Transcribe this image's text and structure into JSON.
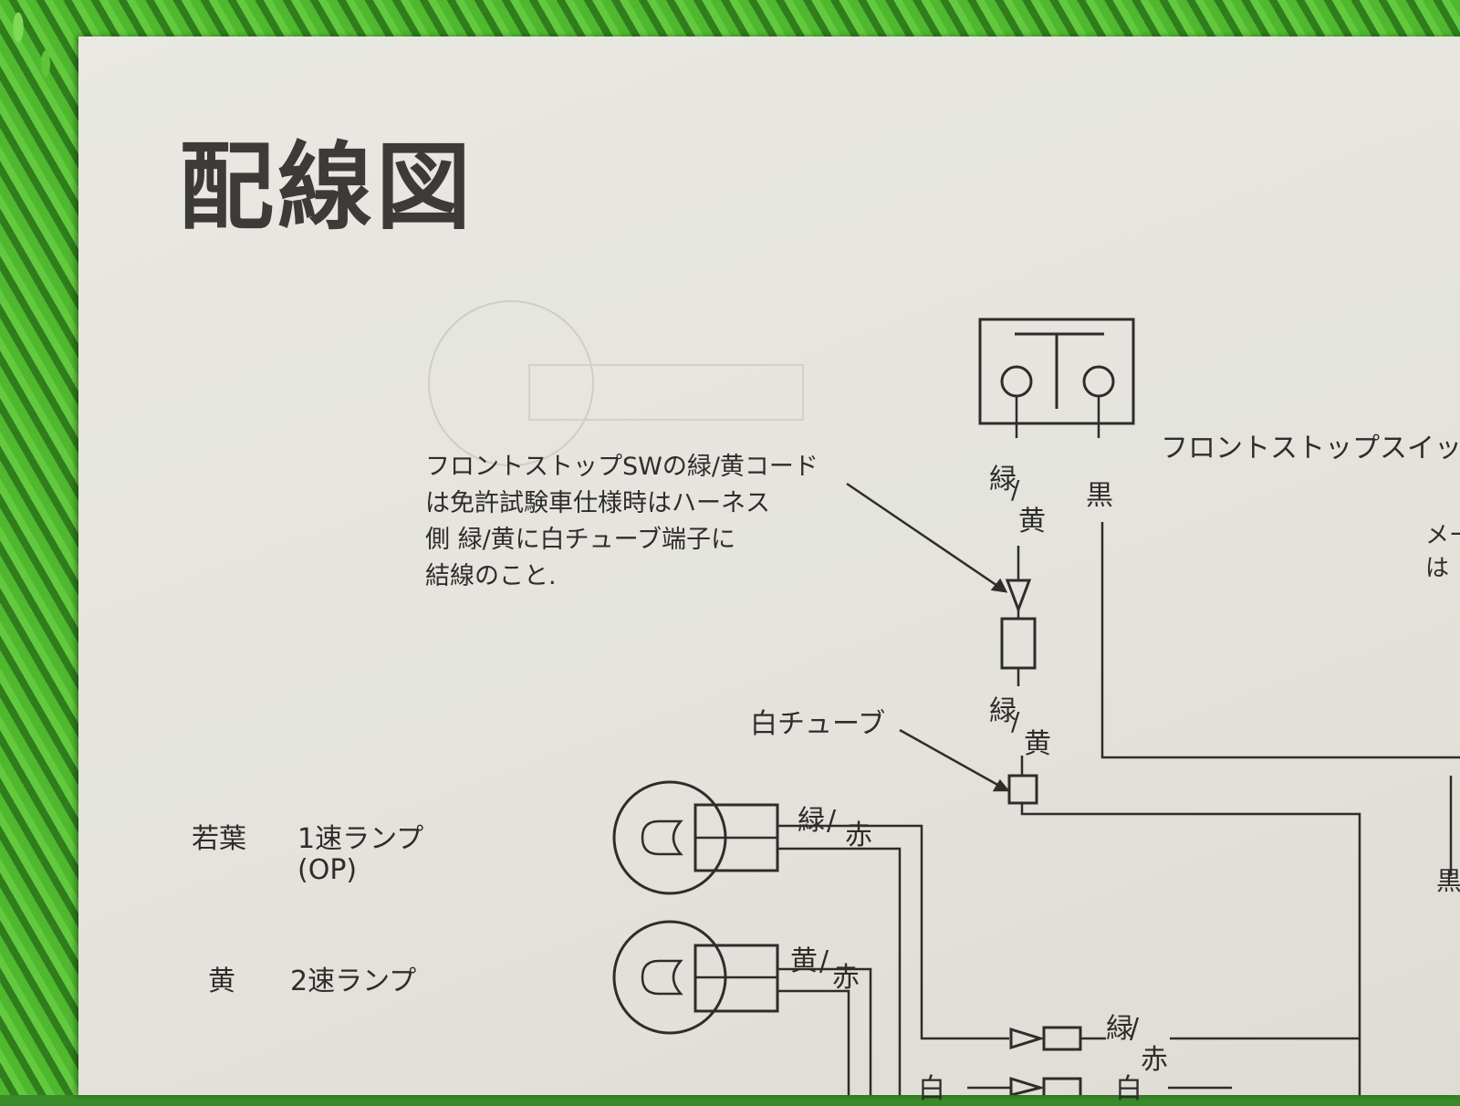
{
  "title": "配線図",
  "note_lines": [
    "フロントストップSWの緑/黄コード",
    "は免許試験車仕様時はハーネス",
    "側 緑/黄に白チューブ端子に",
    "結線のこと."
  ],
  "front_stop_switch": "フロントストップスイッ",
  "white_tube": "白チューブ",
  "wire_green_yellow": "緑",
  "wire_green_yellow_2": "黄",
  "wire_black": "黒",
  "lamp1": {
    "color": "若葉",
    "name": "1速ランプ",
    "option": "(OP)"
  },
  "lamp2": {
    "color": "黄",
    "name": "2速ランプ"
  },
  "wire_green_red_a": "緑",
  "wire_green_red_b": "赤",
  "wire_yellow_red_a": "黄",
  "wire_yellow_red_b": "赤",
  "edge_text_1": "メー",
  "edge_text_2": "は",
  "edge_black": "黒",
  "bottom_green_red_a": "緑",
  "bottom_green_red_b": "赤",
  "bottom_white_1": "白",
  "bottom_white_2": "白",
  "slash": "/"
}
